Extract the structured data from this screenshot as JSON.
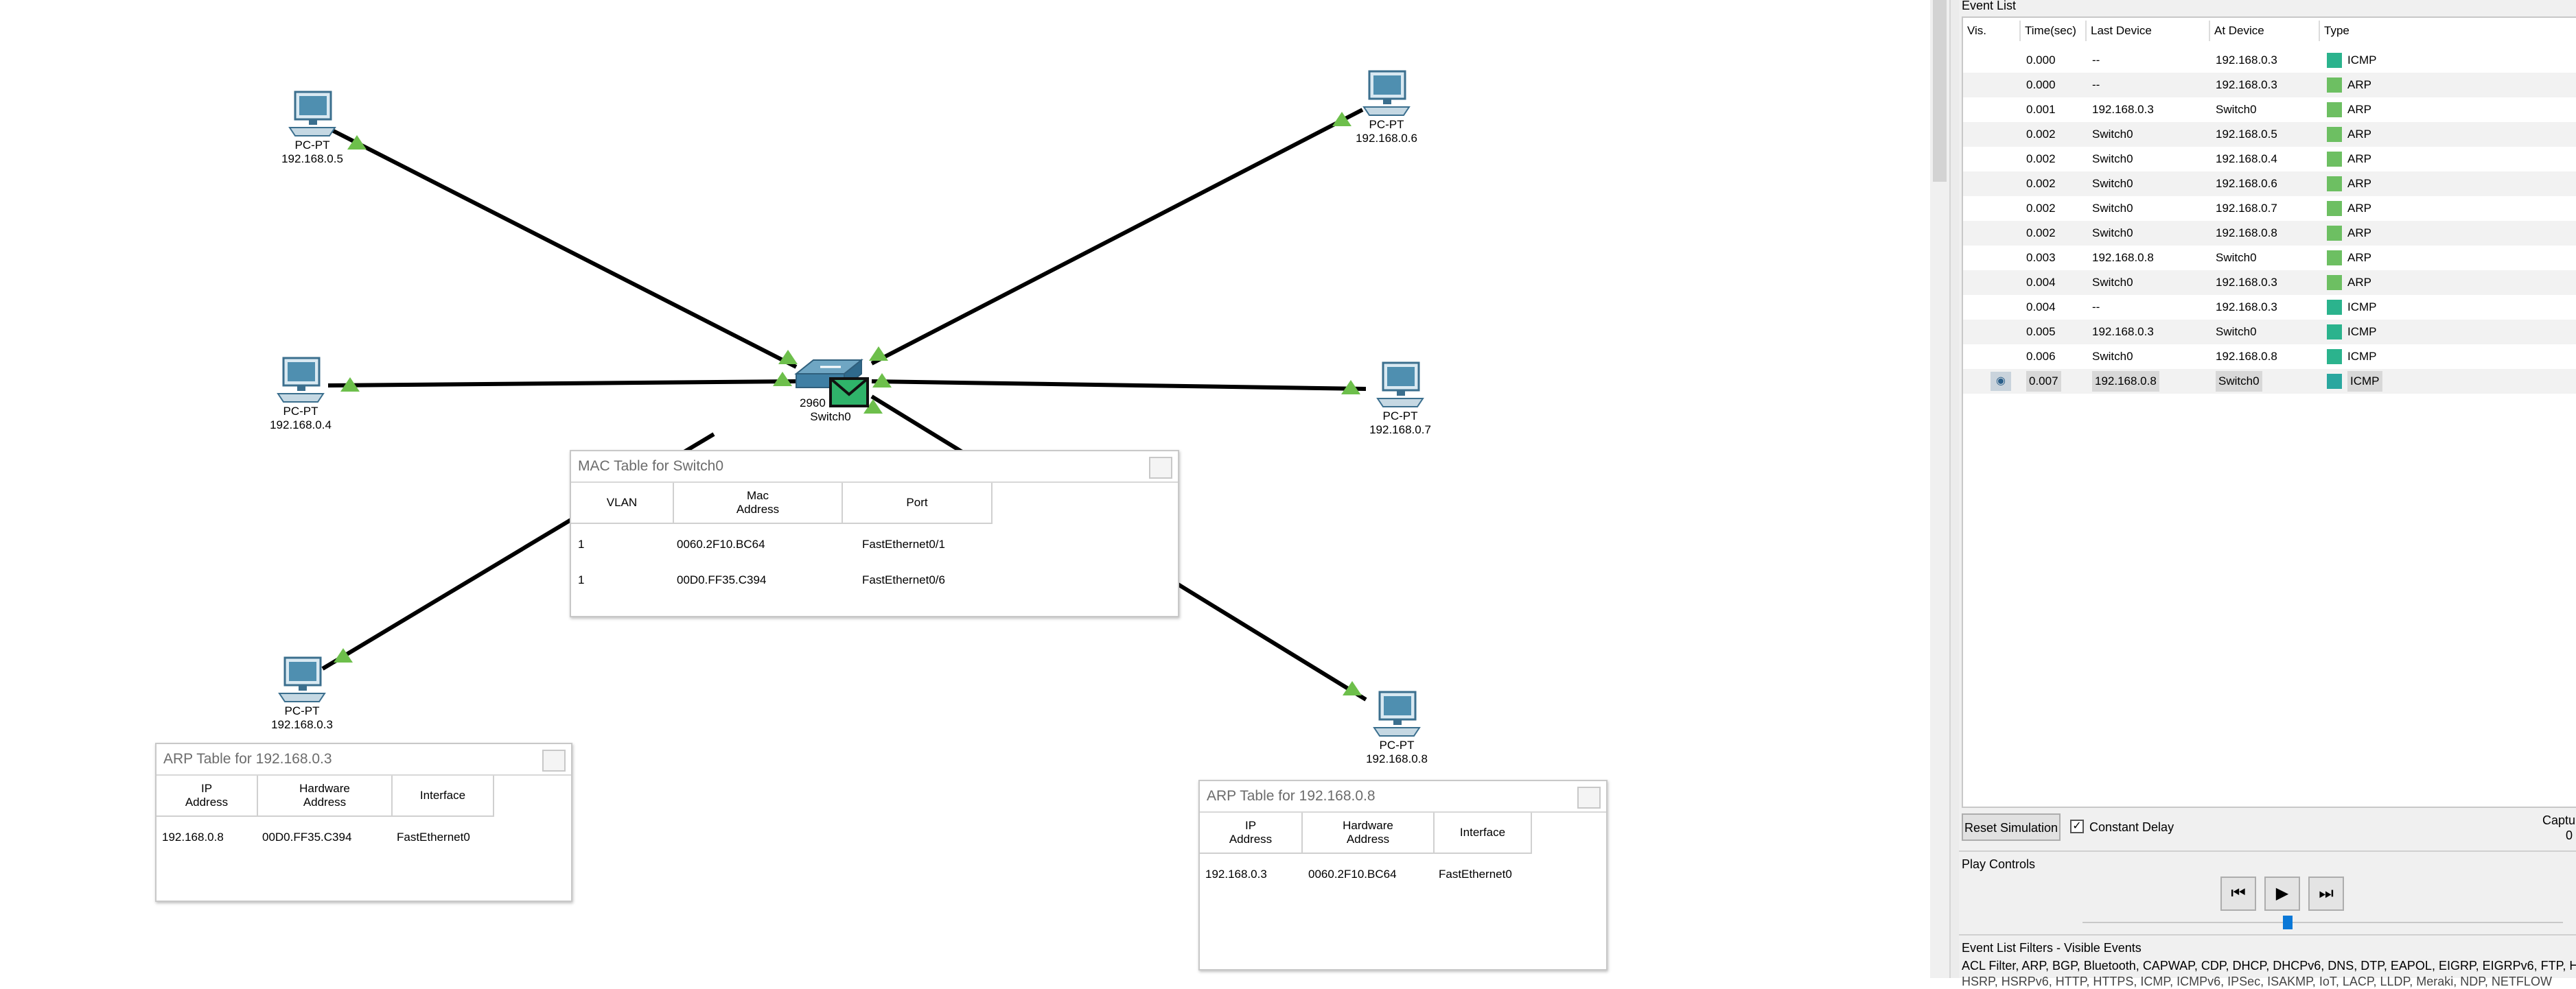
{
  "workspace": {
    "devices": [
      {
        "type": "PC-PT",
        "ip": "192.168.0.5"
      },
      {
        "type": "PC-PT",
        "ip": "192.168.0.6"
      },
      {
        "type": "PC-PT",
        "ip": "192.168.0.4"
      },
      {
        "type": "PC-PT",
        "ip": "192.168.0.7"
      },
      {
        "type": "PC-PT",
        "ip": "192.168.0.3"
      },
      {
        "type": "PC-PT",
        "ip": "192.168.0.8"
      }
    ],
    "switch": {
      "model": "2960",
      "name": "Switch0",
      "icon": "switch-icon",
      "pdu_icon": "envelope-icon"
    },
    "link_colors": {
      "line": "#000000",
      "link_up": "#6dbf4b",
      "pc_body": "#4f8fb0"
    }
  },
  "mac_table": {
    "title": "MAC Table for Switch0",
    "headers": {
      "vlan": "VLAN",
      "mac_line1": "Mac",
      "mac_line2": "Address",
      "port": "Port"
    },
    "rows": [
      {
        "vlan": "1",
        "mac": "0060.2F10.BC64",
        "port": "FastEthernet0/1"
      },
      {
        "vlan": "1",
        "mac": "00D0.FF35.C394",
        "port": "FastEthernet0/6"
      }
    ]
  },
  "arp_03": {
    "title": "ARP Table for 192.168.0.3",
    "headers": {
      "ip_line1": "IP",
      "ip_line2": "Address",
      "hw_line1": "Hardware",
      "hw_line2": "Address",
      "iface": "Interface"
    },
    "rows": [
      {
        "ip": "192.168.0.8",
        "hw": "00D0.FF35.C394",
        "iface": "FastEthernet0"
      }
    ]
  },
  "arp_08": {
    "title": "ARP Table for 192.168.0.8",
    "headers": {
      "ip_line1": "IP",
      "ip_line2": "Address",
      "hw_line1": "Hardware",
      "hw_line2": "Address",
      "iface": "Interface"
    },
    "rows": [
      {
        "ip": "192.168.0.3",
        "hw": "0060.2F10.BC64",
        "iface": "FastEthernet0"
      }
    ]
  },
  "event_list": {
    "title": "Event List",
    "headers": {
      "vis": "Vis.",
      "time": "Time(sec)",
      "last": "Last Device",
      "at": "At Device",
      "type": "Type"
    },
    "rows": [
      {
        "time": "0.000",
        "last": "--",
        "at": "192.168.0.3",
        "type": "ICMP",
        "color": "#2bb38d"
      },
      {
        "time": "0.000",
        "last": "--",
        "at": "192.168.0.3",
        "type": "ARP",
        "color": "#6dbf62"
      },
      {
        "time": "0.001",
        "last": "192.168.0.3",
        "at": "Switch0",
        "type": "ARP",
        "color": "#6dbf62"
      },
      {
        "time": "0.002",
        "last": "Switch0",
        "at": "192.168.0.5",
        "type": "ARP",
        "color": "#6dbf62"
      },
      {
        "time": "0.002",
        "last": "Switch0",
        "at": "192.168.0.4",
        "type": "ARP",
        "color": "#6dbf62"
      },
      {
        "time": "0.002",
        "last": "Switch0",
        "at": "192.168.0.6",
        "type": "ARP",
        "color": "#6dbf62"
      },
      {
        "time": "0.002",
        "last": "Switch0",
        "at": "192.168.0.7",
        "type": "ARP",
        "color": "#6dbf62"
      },
      {
        "time": "0.002",
        "last": "Switch0",
        "at": "192.168.0.8",
        "type": "ARP",
        "color": "#6dbf62"
      },
      {
        "time": "0.003",
        "last": "192.168.0.8",
        "at": "Switch0",
        "type": "ARP",
        "color": "#6dbf62"
      },
      {
        "time": "0.004",
        "last": "Switch0",
        "at": "192.168.0.3",
        "type": "ARP",
        "color": "#6dbf62"
      },
      {
        "time": "0.004",
        "last": "--",
        "at": "192.168.0.3",
        "type": "ICMP",
        "color": "#2bb38d"
      },
      {
        "time": "0.005",
        "last": "192.168.0.3",
        "at": "Switch0",
        "type": "ICMP",
        "color": "#2bb38d"
      },
      {
        "time": "0.006",
        "last": "Switch0",
        "at": "192.168.0.8",
        "type": "ICMP",
        "color": "#2bb38d"
      },
      {
        "time": "0.007",
        "last": "192.168.0.8",
        "at": "Switch0",
        "type": "ICMP",
        "color": "#2aa79f",
        "current": true,
        "vis_icon": "eye-icon"
      }
    ]
  },
  "controls": {
    "reset_label": "Reset Simulation",
    "constant_delay_label": "Constant Delay",
    "constant_delay_checked": true,
    "captured_label": "Captu",
    "captured_value": "0",
    "play_title": "Play Controls",
    "back_icon": "skip-back-icon",
    "play_icon": "play-icon",
    "forward_icon": "skip-forward-icon"
  },
  "filters": {
    "title": "Event List Filters - Visible Events",
    "text": "ACL Filter, ARP, BGP, Bluetooth, CAPWAP, CDP, DHCP, DHCPv6, DNS, DTP, EAPOL, EIGRP, EIGRPv6, FTP, H",
    "text2": "HSRP, HSRPv6, HTTP, HTTPS, ICMP, ICMPv6, IPSec, ISAKMP, IoT, LACP, LLDP, Meraki, NDP, NETFLOW"
  }
}
